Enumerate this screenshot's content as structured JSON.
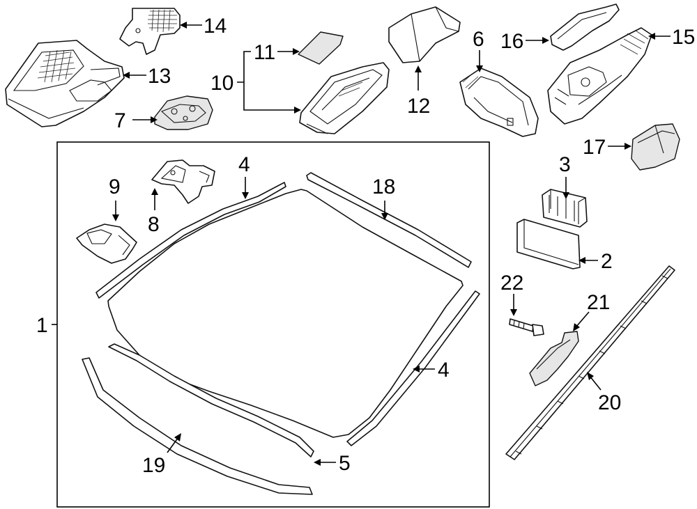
{
  "callouts": {
    "c1": "1",
    "c2": "2",
    "c3": "3",
    "c4a": "4",
    "c4b": "4",
    "c5": "5",
    "c6": "6",
    "c7": "7",
    "c8": "8",
    "c9": "9",
    "c10": "10",
    "c11": "11",
    "c12": "12",
    "c13": "13",
    "c14": "14",
    "c15": "15",
    "c16": "16",
    "c17": "17",
    "c18": "18",
    "c19": "19",
    "c20": "20",
    "c21": "21",
    "c22": "22"
  },
  "colors": {
    "line": "#111111",
    "background": "#ffffff",
    "shade": "#e6e6e6"
  }
}
